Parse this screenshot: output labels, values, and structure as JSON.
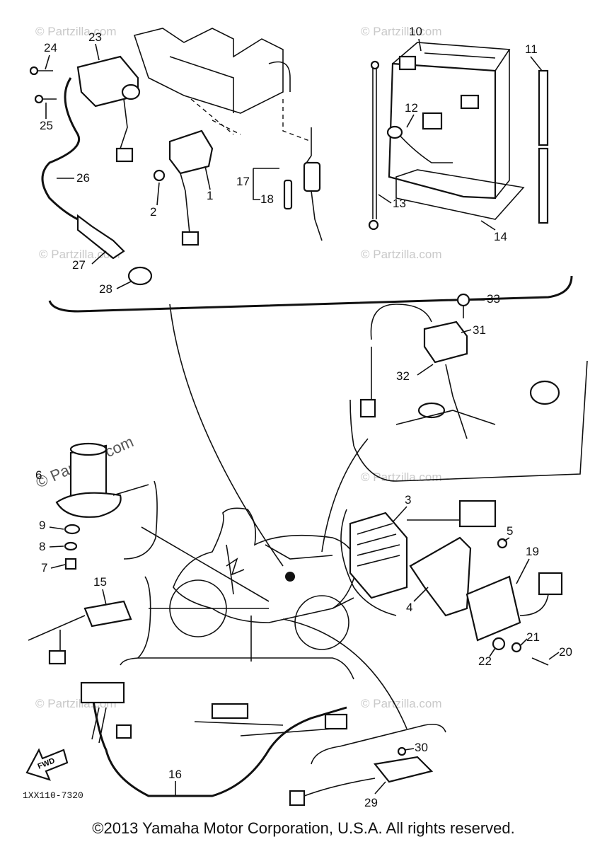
{
  "diagram": {
    "code": "1XX110-7320",
    "fwd_label": "FWD",
    "watermark_text": "© Partzilla.com",
    "watermark_main": "© Partzilla.com",
    "part_labels": [
      "1",
      "2",
      "3",
      "4",
      "5",
      "6",
      "7",
      "8",
      "9",
      "10",
      "11",
      "12",
      "13",
      "14",
      "15",
      "16",
      "17",
      "18",
      "19",
      "20",
      "21",
      "22",
      "23",
      "24",
      "25",
      "26",
      "27",
      "28",
      "29",
      "30",
      "31",
      "32",
      "33"
    ]
  },
  "footer": {
    "copyright": "©2013 Yamaha Motor Corporation, U.S.A. All rights reserved."
  }
}
